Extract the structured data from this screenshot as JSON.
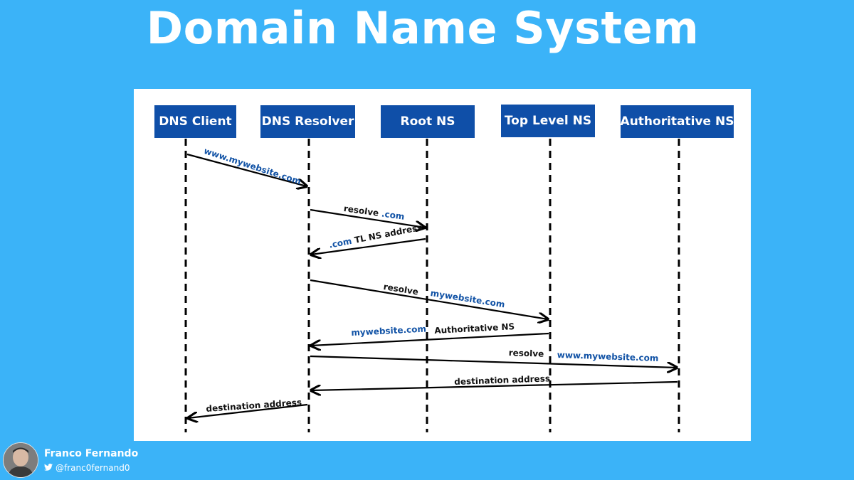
{
  "title": "Domain Name System",
  "actors": [
    {
      "id": "client",
      "label": "DNS Client"
    },
    {
      "id": "resolver",
      "label": "DNS Resolver"
    },
    {
      "id": "root",
      "label": "Root NS"
    },
    {
      "id": "tld",
      "label": "Top Level NS"
    },
    {
      "id": "auth",
      "label": "Authoritative NS"
    }
  ],
  "messages": [
    {
      "from": "client",
      "to": "resolver",
      "parts": [
        {
          "text": "www.mywebsite.com",
          "color": "blue"
        }
      ]
    },
    {
      "from": "resolver",
      "to": "root",
      "parts": [
        {
          "text": "resolve ",
          "color": "black"
        },
        {
          "text": ".com",
          "color": "blue"
        }
      ]
    },
    {
      "from": "root",
      "to": "resolver",
      "parts": [
        {
          "text": ".com",
          "color": "blue"
        },
        {
          "text": " TL NS address",
          "color": "black"
        }
      ]
    },
    {
      "from": "resolver",
      "to": "tld",
      "parts": [
        {
          "text": "resolve",
          "color": "black"
        },
        {
          "text": "mywebsite.com",
          "color": "blue"
        }
      ]
    },
    {
      "from": "tld",
      "to": "resolver",
      "parts": [
        {
          "text": "mywebsite.com",
          "color": "blue"
        },
        {
          "text": "Authoritative NS",
          "color": "black"
        }
      ]
    },
    {
      "from": "resolver",
      "to": "auth",
      "parts": [
        {
          "text": "resolve",
          "color": "black"
        },
        {
          "text": "www.mywebsite.com",
          "color": "blue"
        }
      ]
    },
    {
      "from": "auth",
      "to": "resolver",
      "parts": [
        {
          "text": "destination address",
          "color": "black"
        }
      ]
    },
    {
      "from": "resolver",
      "to": "client",
      "parts": [
        {
          "text": "destination address",
          "color": "black"
        }
      ]
    }
  ],
  "author": {
    "name": "Franco Fernando",
    "handle": "@franc0fernand0",
    "handle_icon": "twitter-bird-icon"
  },
  "colors": {
    "background": "#3bb3f8",
    "actor_box": "#0f4fa8",
    "blue_text": "#1253a6",
    "black_text": "#111111"
  }
}
